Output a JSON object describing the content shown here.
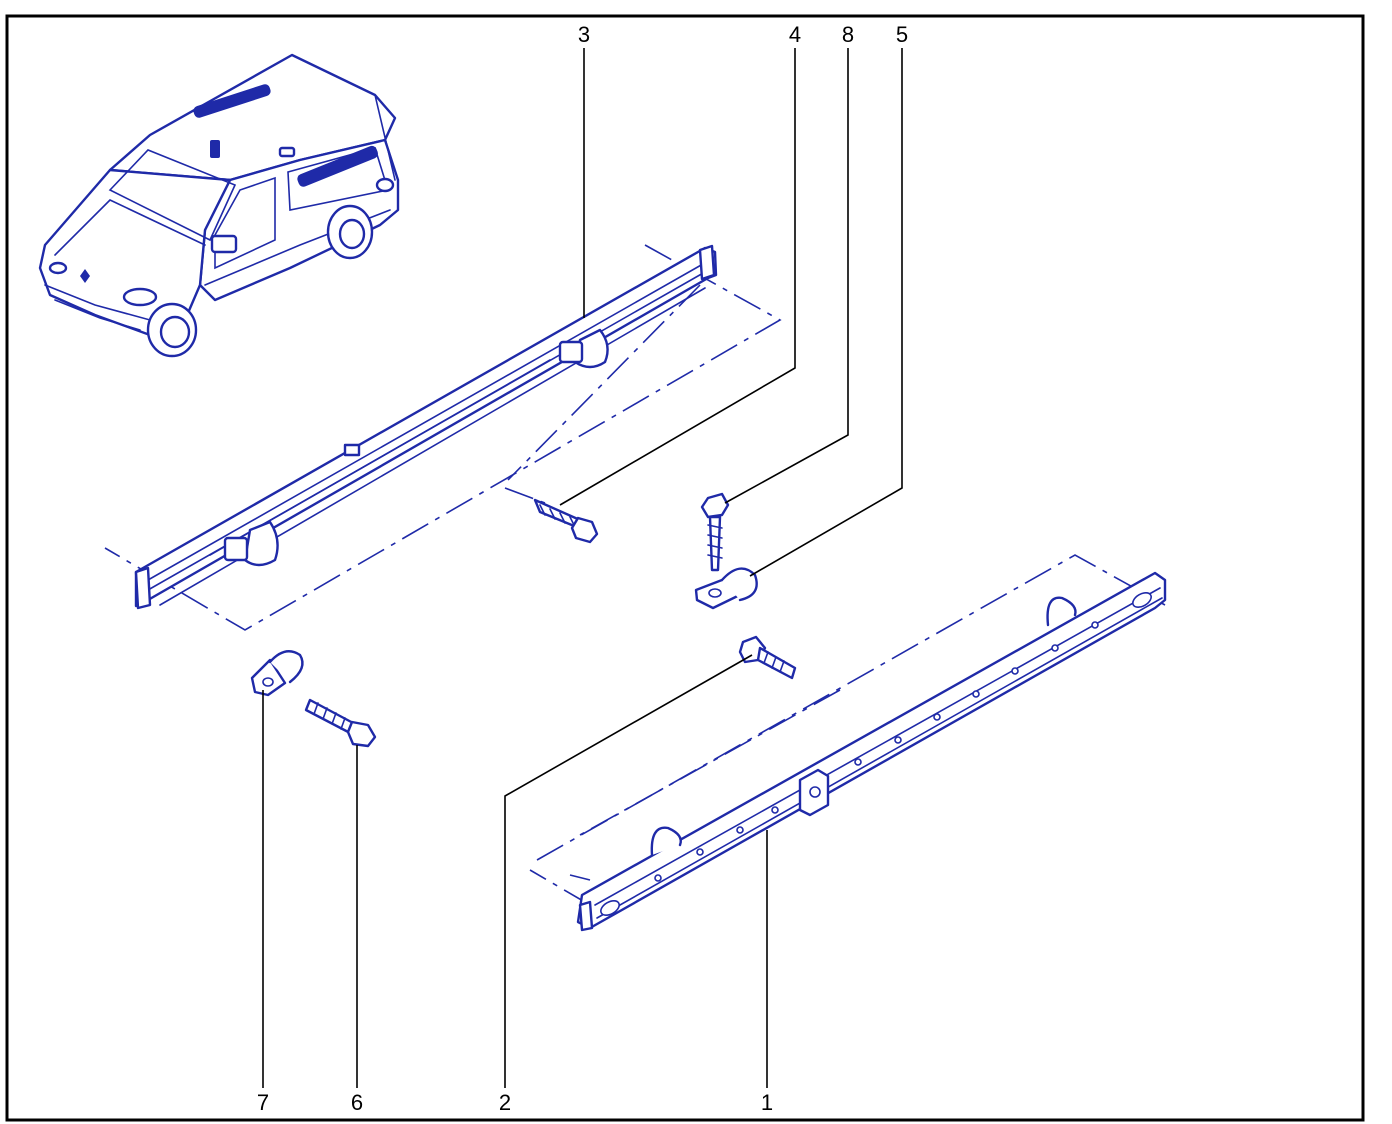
{
  "callouts": {
    "p1": "1",
    "p2": "2",
    "p3": "3",
    "p4": "4",
    "p5": "5",
    "p6": "6",
    "p7": "7",
    "p8": "8"
  },
  "colors": {
    "line_art": "#1f2aa8",
    "frame": "#000000",
    "background": "#ffffff"
  },
  "icons": {
    "vehicle": "van-icon",
    "rail": "rail-icon",
    "bolt": "bolt-icon",
    "ring": "tie-down-ring-icon"
  }
}
